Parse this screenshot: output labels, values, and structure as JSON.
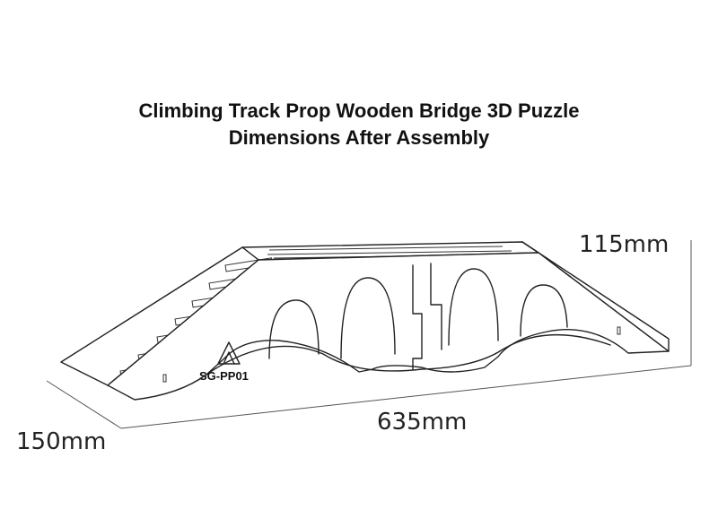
{
  "title": {
    "line1": "Climbing Track Prop Wooden Bridge 3D Puzzle",
    "line2": "Dimensions After Assembly"
  },
  "dimensions": {
    "height": "115mm",
    "length": "635mm",
    "width": "150mm"
  },
  "product": {
    "model_label": "SG-PP01",
    "logo_icon": "triangle-logo-icon"
  }
}
